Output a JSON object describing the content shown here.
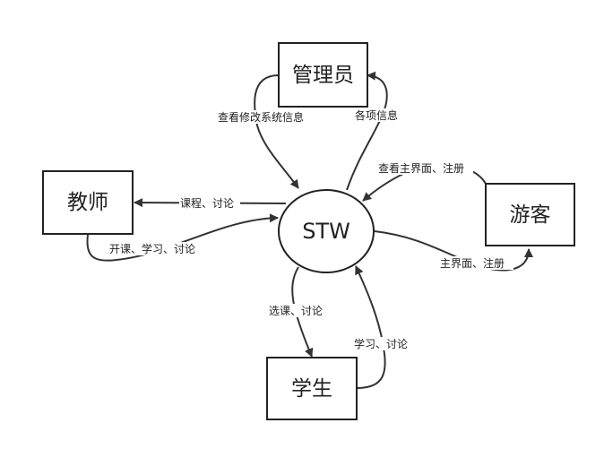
{
  "center": {
    "label": "STW"
  },
  "nodes": {
    "admin": "管理员",
    "teacher": "教师",
    "visitor": "游客",
    "student": "学生"
  },
  "edges": {
    "admin_view_modify": "查看修改系统信息",
    "admin_info": "各项信息",
    "visitor_view": "查看主界面、注册",
    "visitor_main": "主界面、注册",
    "teacher_course": "课程、讨论",
    "teacher_open": "开课、学习、讨论",
    "student_select": "选课、讨论",
    "student_study": "学习、讨论"
  },
  "colors": {
    "stroke": "#222222",
    "background": "#ffffff"
  }
}
